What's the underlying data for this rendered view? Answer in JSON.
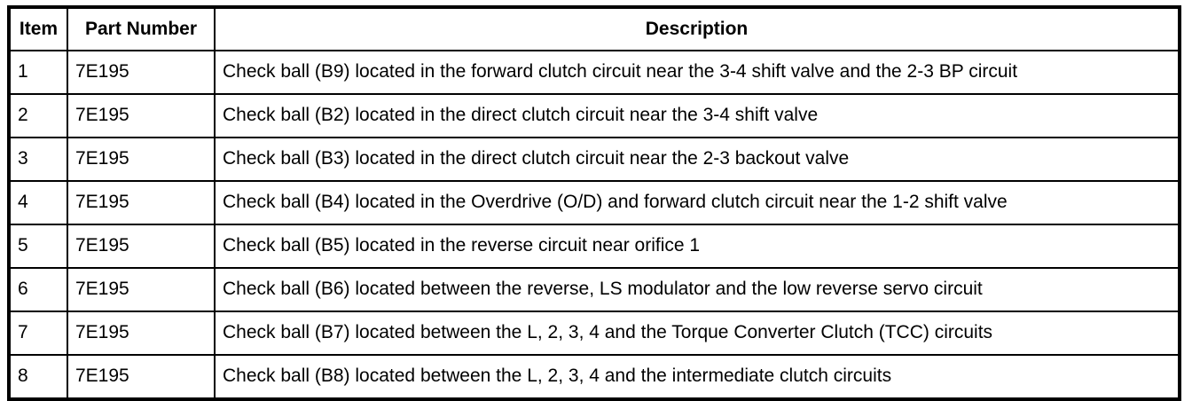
{
  "table": {
    "columns": [
      {
        "key": "item",
        "label": "Item"
      },
      {
        "key": "part_number",
        "label": "Part Number"
      },
      {
        "key": "description",
        "label": "Description"
      }
    ],
    "rows": [
      {
        "item": "1",
        "part_number": "7E195",
        "description": "Check ball (B9) located in the forward clutch circuit near the 3-4 shift valve and the 2-3 BP circuit"
      },
      {
        "item": "2",
        "part_number": "7E195",
        "description": "Check ball (B2) located in the direct clutch circuit near the 3-4 shift valve"
      },
      {
        "item": "3",
        "part_number": "7E195",
        "description": "Check ball (B3) located in the direct clutch circuit near the 2-3 backout valve"
      },
      {
        "item": "4",
        "part_number": "7E195",
        "description": "Check ball (B4) located in the Overdrive (O/D) and forward clutch circuit near the 1-2 shift valve"
      },
      {
        "item": "5",
        "part_number": "7E195",
        "description": "Check ball (B5) located in the reverse circuit near orifice 1"
      },
      {
        "item": "6",
        "part_number": "7E195",
        "description": "Check ball (B6) located between the reverse, LS modulator and the low reverse servo circuit"
      },
      {
        "item": "7",
        "part_number": "7E195",
        "description": "Check ball (B7) located between the L, 2, 3, 4 and the Torque Converter Clutch (TCC) circuits"
      },
      {
        "item": "8",
        "part_number": "7E195",
        "description": "Check ball (B8) located between the L, 2, 3, 4 and the intermediate clutch circuits"
      }
    ]
  },
  "colors": {
    "text": "#000000",
    "border": "#000000",
    "background": "#ffffff"
  }
}
